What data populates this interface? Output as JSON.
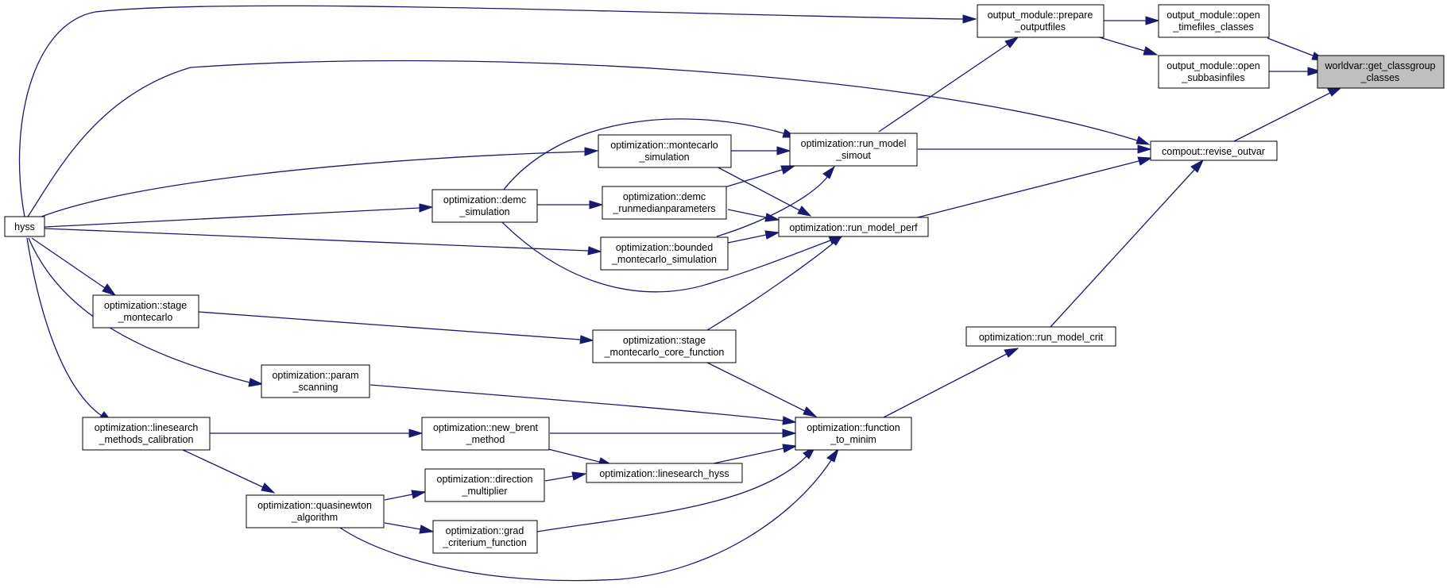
{
  "colors": {
    "edge": "#191970",
    "root_fill": "#bfbfbf",
    "node_fill": "#ffffff",
    "node_border": "#000000"
  },
  "nodes": [
    {
      "id": "worldvar",
      "lines": [
        "worldvar::get_classgroup",
        "_classes"
      ],
      "root": true
    },
    {
      "id": "open_timefiles",
      "lines": [
        "output_module::open",
        "_timefiles_classes"
      ]
    },
    {
      "id": "open_subbasin",
      "lines": [
        "output_module::open",
        "_subbasinfiles"
      ]
    },
    {
      "id": "revise_outvar",
      "lines": [
        "compout::revise_outvar"
      ]
    },
    {
      "id": "prepare_outputfiles",
      "lines": [
        "output_module::prepare",
        "_outputfiles"
      ]
    },
    {
      "id": "run_model_simout",
      "lines": [
        "optimization::run_model",
        "_simout"
      ]
    },
    {
      "id": "run_model_perf",
      "lines": [
        "optimization::run_model_perf"
      ]
    },
    {
      "id": "run_model_crit",
      "lines": [
        "optimization::run_model_crit"
      ]
    },
    {
      "id": "hyss",
      "lines": [
        "hyss"
      ]
    },
    {
      "id": "montecarlo_sim",
      "lines": [
        "optimization::montecarlo",
        "_simulation"
      ]
    },
    {
      "id": "demc_runmedian",
      "lines": [
        "optimization::demc",
        "_runmedianparameters"
      ]
    },
    {
      "id": "bounded_mc",
      "lines": [
        "optimization::bounded",
        "_montecarlo_simulation"
      ]
    },
    {
      "id": "demc_sim",
      "lines": [
        "optimization::demc",
        "_simulation"
      ]
    },
    {
      "id": "stage_mc_core",
      "lines": [
        "optimization::stage",
        "_montecarlo_core_function"
      ]
    },
    {
      "id": "stage_mc",
      "lines": [
        "optimization::stage",
        "_montecarlo"
      ]
    },
    {
      "id": "function_to_minim",
      "lines": [
        "optimization::function",
        "_to_minim"
      ]
    },
    {
      "id": "param_scanning",
      "lines": [
        "optimization::param",
        "_scanning"
      ]
    },
    {
      "id": "new_brent",
      "lines": [
        "optimization::new_brent",
        "_method"
      ]
    },
    {
      "id": "linesearch_hyss",
      "lines": [
        "optimization::linesearch_hyss"
      ]
    },
    {
      "id": "linesearch_calib",
      "lines": [
        "optimization::linesearch",
        "_methods_calibration"
      ]
    },
    {
      "id": "direction_mult",
      "lines": [
        "optimization::direction",
        "_multiplier"
      ]
    },
    {
      "id": "grad_crit",
      "lines": [
        "optimization::grad",
        "_criterium_function"
      ]
    },
    {
      "id": "quasinewton",
      "lines": [
        "optimization::quasinewton",
        "_algorithm"
      ]
    }
  ]
}
